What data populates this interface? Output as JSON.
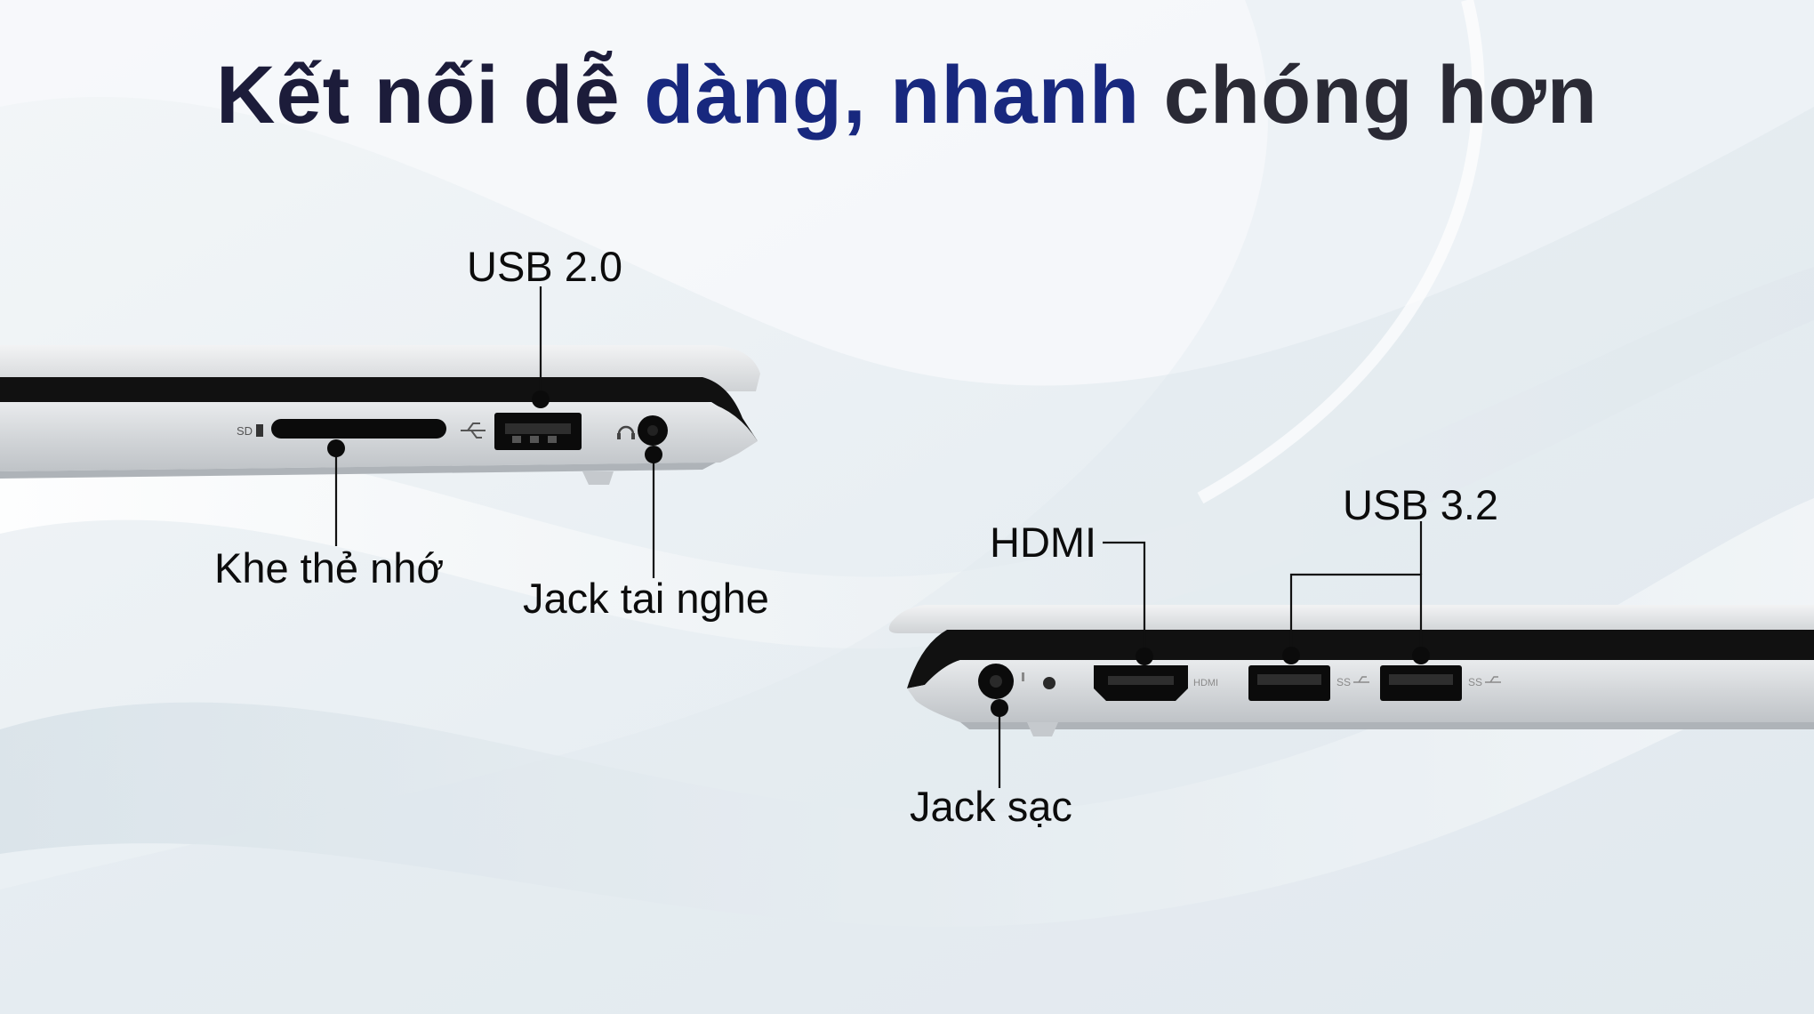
{
  "headline": {
    "part1": "Kết nối dễ ",
    "part2": "dàng, nhanh",
    "part3": " chóng hơn",
    "colors": {
      "dark": "#1c1c3a",
      "blue": "#18287e",
      "grey": "#2a2a35"
    }
  },
  "labels": {
    "usb20": "USB 2.0",
    "card_slot": "Khe thẻ nhớ",
    "headphone_jack": "Jack tai nghe",
    "hdmi": "HDMI",
    "usb32": "USB 3.2",
    "charge_jack": "Jack sạc"
  },
  "port_markings": {
    "sd": "SD",
    "hdmi": "HDMI",
    "ss1": "SS",
    "ss2": "SS"
  },
  "colors": {
    "laptop_silver": "#d7dadd",
    "laptop_dark_edge": "#111111",
    "port_black": "#0b0b0b",
    "callout_line": "#111111",
    "background": "#eef3f6"
  }
}
